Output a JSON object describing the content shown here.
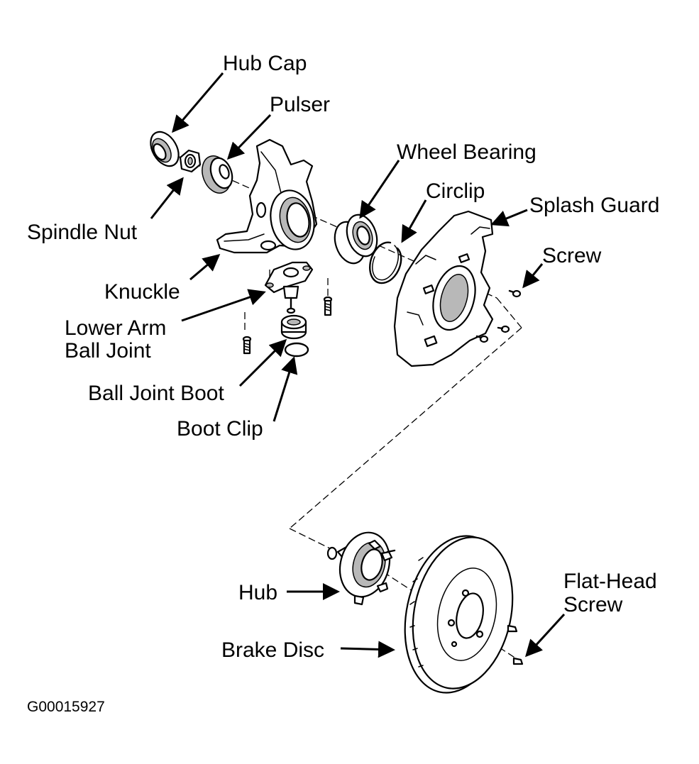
{
  "labels": {
    "hub_cap": "Hub Cap",
    "pulser": "Pulser",
    "wheel_bearing": "Wheel Bearing",
    "circlip": "Circlip",
    "splash_guard": "Splash Guard",
    "screw": "Screw",
    "spindle_nut": "Spindle Nut",
    "knuckle": "Knuckle",
    "lower_arm_line1": "Lower Arm",
    "lower_arm_line2": "Ball Joint",
    "ball_joint_boot": "Ball Joint Boot",
    "boot_clip": "Boot Clip",
    "hub": "Hub",
    "brake_disc": "Brake Disc",
    "flat_head_line1": "Flat-Head",
    "flat_head_line2": "Screw"
  },
  "figure_code": "G00015927",
  "colors": {
    "line": "#000000",
    "background": "#ffffff",
    "shade": "#b8b8b8"
  }
}
